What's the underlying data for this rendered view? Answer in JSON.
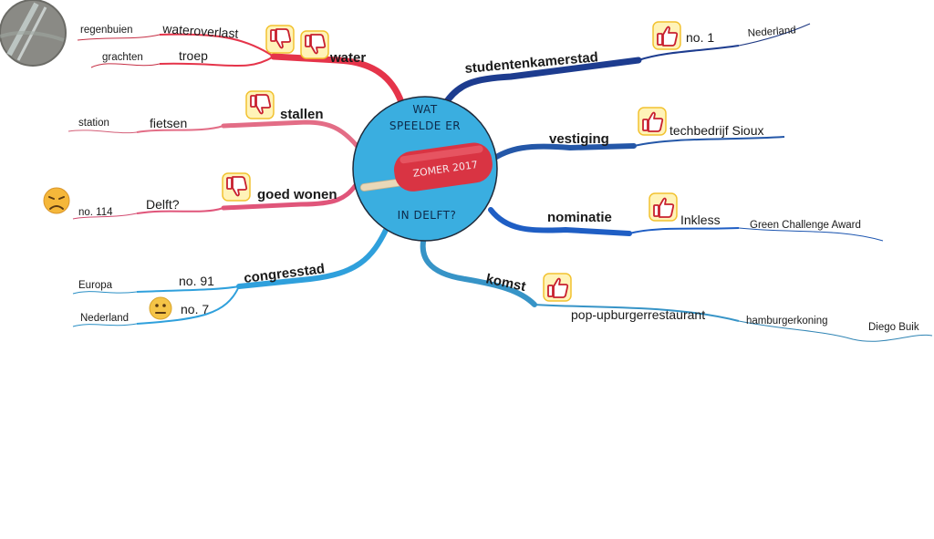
{
  "center": {
    "line1": "WAT",
    "line2": "SPEELDE ER",
    "popsicle": "ZOMER 2017",
    "line3": "IN DELFT?"
  },
  "colors": {
    "water": "#e5344a",
    "stallen": "#e36d86",
    "goed_wonen": "#e0557a",
    "congresstad": "#2fa0dc",
    "studentenkamerstad": "#1d3c8f",
    "vestiging": "#2457a8",
    "nominatie": "#1f5ec4",
    "komst": "#3794c7",
    "center_bg": "#3aaee0",
    "popsicle": "#d93443"
  },
  "branches": {
    "water": {
      "label": "water",
      "children": [
        {
          "label": "wateroverlast",
          "leaf": "regenbuien"
        },
        {
          "label": "troep",
          "leaf": "grachten"
        }
      ],
      "icons": [
        "thumbs-down-icon",
        "thumbs-down-icon"
      ]
    },
    "stallen": {
      "label": "stallen",
      "child": "fietsen",
      "leaf": "station",
      "icons": [
        "thumbs-down-icon"
      ]
    },
    "goed_wonen": {
      "label": "goed wonen",
      "child": "Delft?",
      "leaf": "no. 114",
      "icons": [
        "thumbs-down-icon",
        "sad-face-icon"
      ]
    },
    "congresstad": {
      "label": "congresstad",
      "children": [
        {
          "label": "no. 91",
          "leaf": "Europa"
        },
        {
          "label": "no. 7",
          "leaf": "Nederland"
        }
      ],
      "icons": [
        "neutral-face-icon"
      ]
    },
    "studentenkamerstad": {
      "label": "studentenkamerstad",
      "child": "no. 1",
      "leaf": "Nederland",
      "icons": [
        "thumbs-up-icon"
      ]
    },
    "vestiging": {
      "label": "vestiging",
      "child": "techbedrijf Sioux",
      "icons": [
        "thumbs-up-icon"
      ]
    },
    "nominatie": {
      "label": "nominatie",
      "child": "Inkless",
      "leaf": "Green Challenge Award",
      "icons": [
        "thumbs-up-icon"
      ]
    },
    "komst": {
      "label": "komst",
      "child": "pop-upburgerrestaurant",
      "leaf": "hamburgerkoning",
      "leaf2": "Diego Buik",
      "icons": [
        "thumbs-up-icon"
      ]
    }
  }
}
